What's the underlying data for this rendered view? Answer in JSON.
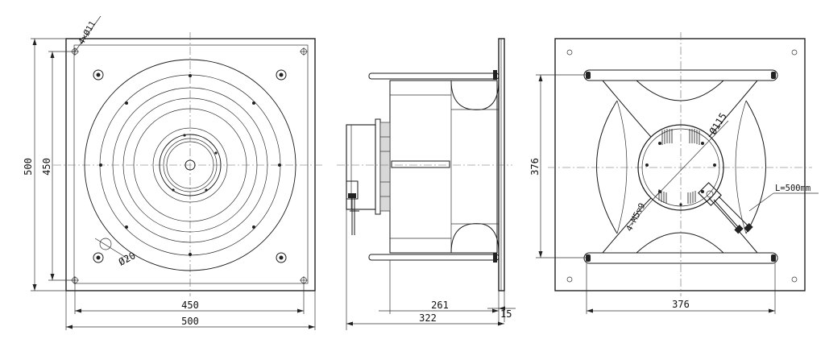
{
  "front_view": {
    "dim_width_outer": "500",
    "dim_width_inner": "450",
    "dim_height_outer": "500",
    "dim_height_inner": "450",
    "hole_callout": "4×Ø11",
    "inlet_callout": "Ø20"
  },
  "side_view": {
    "dim_depth_total": "322",
    "dim_depth_body": "261",
    "dim_flange": "15"
  },
  "back_view": {
    "dim_height": "376",
    "dim_width": "376",
    "motor_diameter": "Ø115",
    "screw_callout": "4-M5▽9",
    "cable_length": "L=500mm"
  },
  "colors": {
    "line": "#1a1a1a",
    "background": "#ffffff"
  }
}
